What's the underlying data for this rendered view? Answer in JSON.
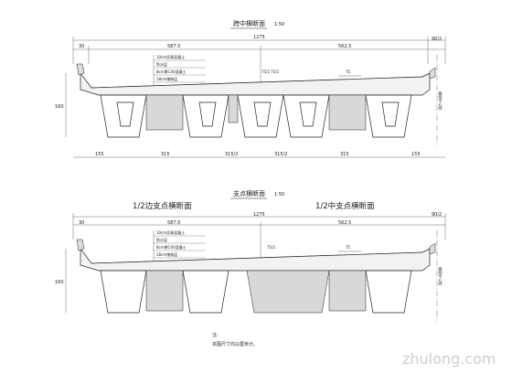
{
  "section_mid": {
    "title": "跨中横断面",
    "scale": "1:50",
    "top_dims": [
      "30",
      "587.5",
      "1275",
      "562.5",
      "90/2"
    ],
    "bottom_dims": [
      "155",
      "315",
      "315/2",
      "315/2",
      "315",
      "155"
    ],
    "inner_dims": [
      "75/2",
      "75/2",
      "75"
    ],
    "left_height": "160",
    "centerline": "路线中心线"
  },
  "section_support": {
    "title": "支点横断面",
    "scale": "1:50",
    "half_edge": "1/2边支点横断面",
    "half_mid": "1/2中支点横断面",
    "top_dims": [
      "30",
      "587.5",
      "1275",
      "562.5",
      "90/2"
    ],
    "inner_dims": [
      "75/2",
      "75"
    ],
    "left_height": "160",
    "centerline": "路线中心线"
  },
  "layers": [
    "10cm沥青混凝土",
    "防水层",
    "8cm厚C40混凝土",
    "18cm铺装层"
  ],
  "notes": {
    "label": "注:",
    "line1": "本图尺寸均以厘米计。"
  },
  "watermark": "zhulong.com"
}
